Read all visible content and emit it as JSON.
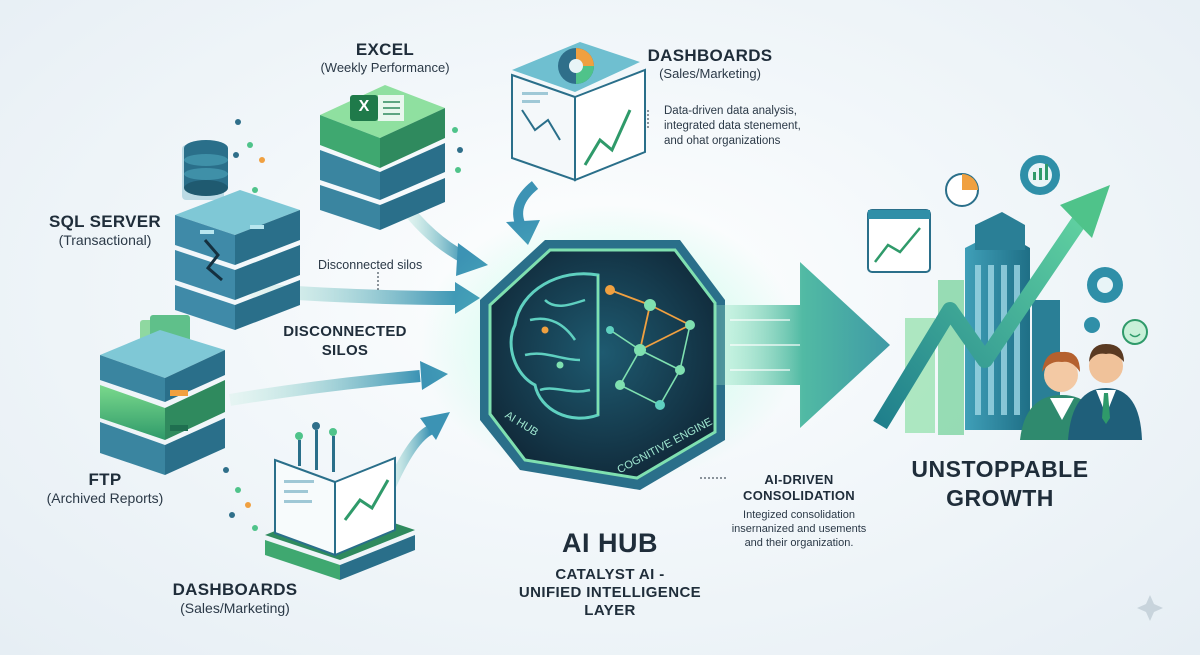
{
  "sources": {
    "excel": {
      "title": "EXCEL",
      "subtitle": "(Weekly Performance)",
      "icon_letter": "X"
    },
    "dashboards_top": {
      "title": "DASHBOARDS",
      "subtitle": "(Sales/Marketing)"
    },
    "sql": {
      "title": "SQL SERVER",
      "subtitle": "(Transactional)"
    },
    "ftp": {
      "title": "FTP",
      "subtitle": "(Archived Reports)"
    },
    "dashboards_bottom": {
      "title": "DASHBOARDS",
      "subtitle": "(Sales/Marketing)"
    }
  },
  "annotations": {
    "top_note": [
      "Data-driven data analysis,",
      "integrated data stenement,",
      "and ohat organizations"
    ],
    "silos_small": "Disconnected silos",
    "silos_big": [
      "DISCONNECTED",
      "SILOS"
    ],
    "consolidation_title": [
      "AI-DRIVEN",
      "CONSOLIDATION"
    ],
    "consolidation_note": [
      "Integized consolidation",
      "insernanized and usements",
      "and their organization."
    ]
  },
  "hub": {
    "title": "AI HUB",
    "subtitle": [
      "CATALYST AI -",
      "UNIFIED INTELLIGENCE",
      "LAYER"
    ],
    "left_engraving": "AI HUB",
    "right_engraving": "COGNITIVE ENGINE"
  },
  "result": {
    "title": [
      "UNSTOPPABLE",
      "GROWTH"
    ]
  },
  "colors": {
    "teal_dark": "#1f6f86",
    "teal": "#2f8fa8",
    "green": "#4fc38a",
    "mint": "#7fe0b0",
    "navy": "#15303f",
    "orange": "#f0a040",
    "text": "#1f2d3a"
  }
}
